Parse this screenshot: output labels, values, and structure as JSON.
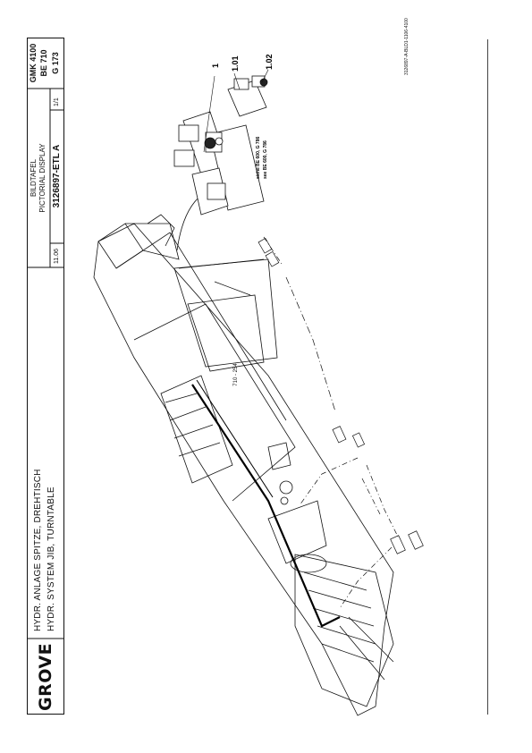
{
  "page": {
    "page_number": "710 - 254",
    "side_code": "3126897-A-BLD1-1106-4100"
  },
  "title_block": {
    "logo": "GROVE",
    "title_de": "HYDR. ANLAGE SPITZE, DREHTISCH",
    "title_en": "HYDR. SYSTEM JIB, TURNTABLE",
    "date": "11.06",
    "display_de": "BILDTAFEL",
    "display_en": "PICTORIAL DISPLAY",
    "drawing_number": "3126897-ETL A",
    "sheet": "1/1",
    "model": "GMK 4100",
    "be": "BE 710",
    "g": "G 173"
  },
  "callouts": {
    "c1": "1",
    "c101": "1.01",
    "c102": "1.02",
    "see_de": "siehe BE 600, G 786",
    "see_en": "see BE 600, G 786"
  }
}
